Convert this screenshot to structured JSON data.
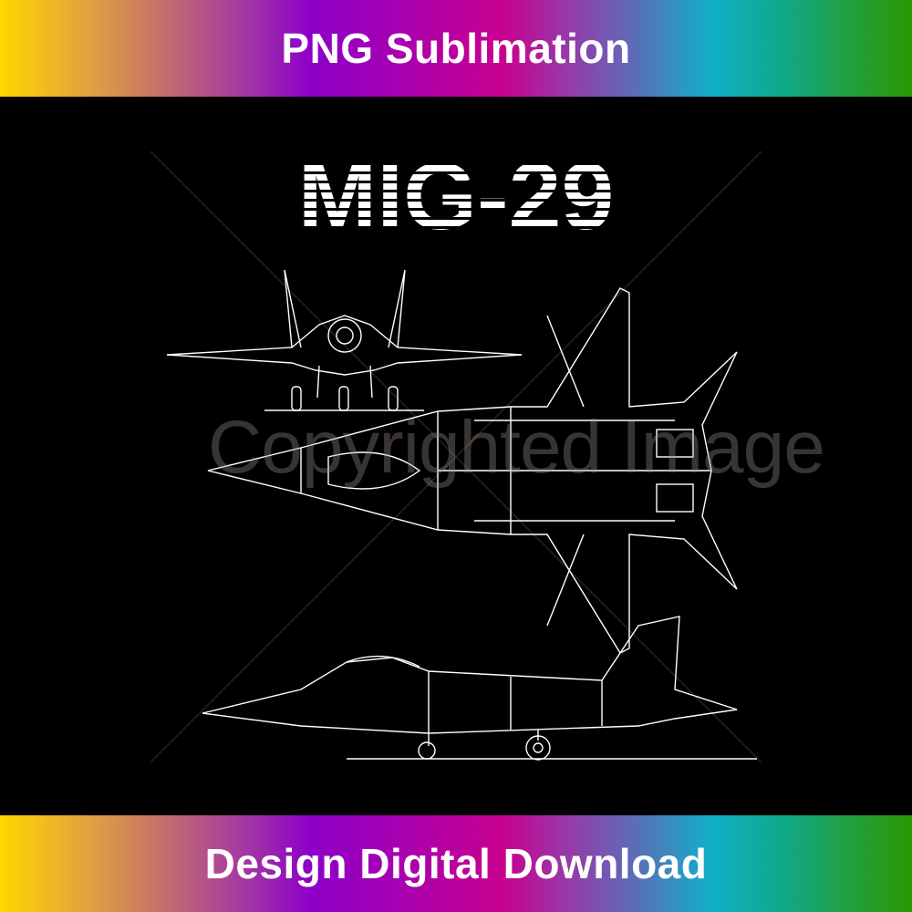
{
  "header": {
    "label": "PNG Sublimation"
  },
  "footer": {
    "label": "Design Digital Download"
  },
  "artwork": {
    "title": "MIG-29",
    "watermark": "Copyrighted Image",
    "views": [
      "front-view",
      "top-view",
      "side-view"
    ],
    "line_color": "#ffffff",
    "background": "#000000"
  },
  "colors": {
    "gradient": [
      "#ffd600",
      "#c46e6e",
      "#8c00c8",
      "#c8008e",
      "#10b0c8",
      "#2a9800"
    ]
  }
}
